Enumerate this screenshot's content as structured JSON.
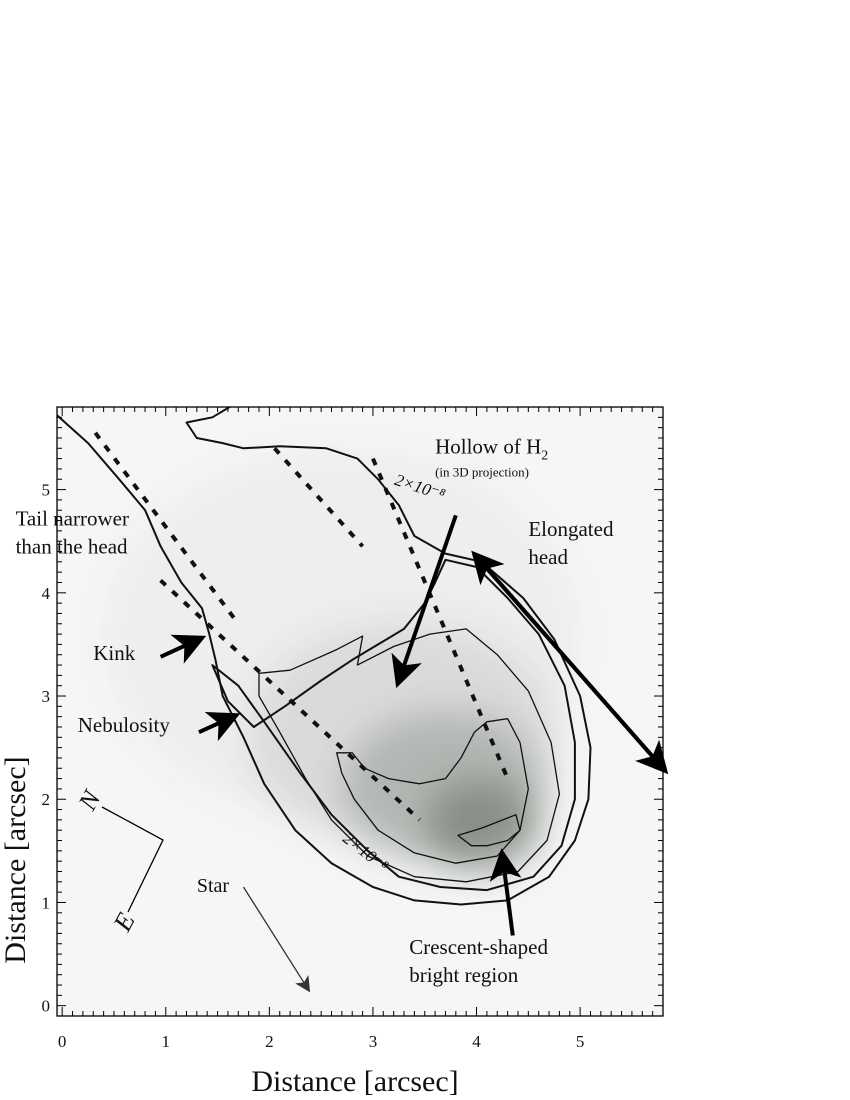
{
  "chart_data": {
    "type": "heatmap",
    "xlabel": "Distance [arcsec]",
    "ylabel": "Distance [arcsec]",
    "xlim": [
      -0.05,
      5.8
    ],
    "ylim": [
      -0.1,
      5.8
    ],
    "x_ticks": [
      0,
      1,
      2,
      3,
      4,
      5
    ],
    "y_ticks": [
      0,
      1,
      2,
      3,
      4,
      5
    ],
    "x_tick_labels": [
      "0",
      "1",
      "2",
      "3",
      "4",
      "5"
    ],
    "y_tick_labels": [
      "0",
      "1",
      "2",
      "3",
      "4",
      "5"
    ],
    "grid": false,
    "contour_labels": [
      {
        "text": "2×10⁻⁸",
        "x": 3.2,
        "y": 5.05,
        "angle": 18
      },
      {
        "text": "2×10⁻⁸",
        "x": 2.7,
        "y": 1.6,
        "angle": 38
      }
    ],
    "annotations": {
      "hollow": {
        "title": "Hollow of H",
        "subscript": "2",
        "note": "(in 3D projection)",
        "x": 3.6,
        "y": 5.35
      },
      "tail": {
        "lines": [
          "Tail narrower",
          "than the head"
        ],
        "x": -0.45,
        "y": 4.65
      },
      "elongated": {
        "lines": [
          "Elongated",
          "head"
        ],
        "x": 4.5,
        "y": 4.55
      },
      "kink": {
        "text": "Kink",
        "x": 0.3,
        "y": 3.35
      },
      "nebulosity": {
        "text": "Nebulosity",
        "x": 0.15,
        "y": 2.65
      },
      "star": {
        "text": "Star",
        "x": 1.3,
        "y": 1.1
      },
      "crescent": {
        "lines": [
          "Crescent-shaped",
          "bright region"
        ],
        "x": 3.35,
        "y": 0.5
      }
    },
    "compass": {
      "north": "N",
      "east": "E"
    },
    "arrows": [
      {
        "name": "hollow",
        "from": [
          3.8,
          4.75
        ],
        "to": [
          3.25,
          3.15
        ]
      },
      {
        "name": "kink",
        "from": [
          0.95,
          3.38
        ],
        "to": [
          1.32,
          3.55
        ]
      },
      {
        "name": "nebulosity",
        "from": [
          1.32,
          2.65
        ],
        "to": [
          1.65,
          2.8
        ]
      },
      {
        "name": "crescent",
        "from": [
          4.35,
          0.68
        ],
        "to": [
          4.25,
          1.45
        ]
      },
      {
        "name": "star",
        "from": [
          1.75,
          1.15
        ],
        "to": [
          2.38,
          0.15
        ]
      }
    ],
    "double_arrow": {
      "from": [
        4.0,
        4.35
      ],
      "to": [
        5.8,
        2.3
      ]
    },
    "dashed_lines": [
      [
        [
          0.32,
          5.55
        ],
        [
          1.7,
          3.7
        ]
      ],
      [
        [
          0.95,
          4.12
        ],
        [
          3.45,
          1.8
        ]
      ],
      [
        [
          2.05,
          5.4
        ],
        [
          2.9,
          4.45
        ]
      ],
      [
        [
          3.0,
          5.3
        ],
        [
          4.3,
          2.2
        ]
      ]
    ],
    "contours": [
      {
        "level": "outer",
        "points": [
          [
            -0.05,
            5.72
          ],
          [
            0.25,
            5.45
          ],
          [
            0.55,
            5.1
          ],
          [
            0.8,
            4.8
          ],
          [
            0.95,
            4.45
          ],
          [
            1.15,
            4.1
          ],
          [
            1.35,
            3.85
          ],
          [
            1.42,
            3.6
          ],
          [
            1.48,
            3.35
          ],
          [
            1.55,
            3.0
          ],
          [
            1.75,
            2.6
          ],
          [
            1.95,
            2.15
          ],
          [
            2.25,
            1.7
          ],
          [
            2.6,
            1.38
          ],
          [
            3.0,
            1.15
          ],
          [
            3.4,
            1.02
          ],
          [
            3.85,
            0.98
          ],
          [
            4.3,
            1.02
          ],
          [
            4.7,
            1.25
          ],
          [
            4.95,
            1.6
          ],
          [
            5.08,
            2.0
          ],
          [
            5.1,
            2.5
          ],
          [
            5.0,
            3.0
          ],
          [
            4.75,
            3.55
          ],
          [
            4.45,
            3.95
          ],
          [
            4.05,
            4.3
          ],
          [
            3.7,
            4.38
          ],
          [
            3.4,
            4.55
          ],
          [
            3.25,
            4.85
          ],
          [
            3.05,
            5.1
          ],
          [
            2.85,
            5.3
          ],
          [
            2.55,
            5.4
          ],
          [
            2.1,
            5.42
          ],
          [
            1.75,
            5.4
          ],
          [
            1.55,
            5.45
          ],
          [
            1.3,
            5.5
          ],
          [
            1.2,
            5.65
          ],
          [
            1.45,
            5.7
          ],
          [
            1.7,
            5.85
          ]
        ],
        "closed": false
      },
      {
        "level": "2e-8",
        "points": [
          [
            1.45,
            3.3
          ],
          [
            1.7,
            3.1
          ],
          [
            1.95,
            2.75
          ],
          [
            2.3,
            2.25
          ],
          [
            2.6,
            1.85
          ],
          [
            2.95,
            1.5
          ],
          [
            3.25,
            1.25
          ],
          [
            3.65,
            1.15
          ],
          [
            4.1,
            1.12
          ],
          [
            4.55,
            1.25
          ],
          [
            4.82,
            1.55
          ],
          [
            4.95,
            2.0
          ],
          [
            4.95,
            2.55
          ],
          [
            4.85,
            3.1
          ],
          [
            4.6,
            3.6
          ],
          [
            4.3,
            3.95
          ],
          [
            4.0,
            4.25
          ],
          [
            3.7,
            4.32
          ],
          [
            3.6,
            4.1
          ],
          [
            3.5,
            3.9
          ],
          [
            3.3,
            3.65
          ],
          [
            3.05,
            3.5
          ],
          [
            2.8,
            3.35
          ],
          [
            2.5,
            3.15
          ],
          [
            2.15,
            2.9
          ],
          [
            1.85,
            2.7
          ],
          [
            1.6,
            2.95
          ],
          [
            1.45,
            3.3
          ]
        ],
        "closed": true
      },
      {
        "level": "mid",
        "points": [
          [
            1.9,
            3.22
          ],
          [
            2.2,
            3.25
          ],
          [
            2.65,
            3.45
          ],
          [
            2.9,
            3.58
          ],
          [
            2.85,
            3.3
          ],
          [
            3.2,
            3.48
          ],
          [
            3.55,
            3.6
          ],
          [
            3.9,
            3.65
          ],
          [
            4.2,
            3.4
          ],
          [
            4.5,
            3.05
          ],
          [
            4.72,
            2.55
          ],
          [
            4.8,
            2.05
          ],
          [
            4.68,
            1.6
          ],
          [
            4.4,
            1.3
          ],
          [
            3.9,
            1.2
          ],
          [
            3.4,
            1.25
          ],
          [
            2.95,
            1.45
          ],
          [
            2.6,
            1.8
          ],
          [
            2.35,
            2.2
          ],
          [
            2.1,
            2.65
          ],
          [
            1.9,
            3.0
          ],
          [
            1.9,
            3.22
          ]
        ],
        "closed": true
      },
      {
        "level": "inner",
        "points": [
          [
            2.65,
            2.45
          ],
          [
            2.8,
            2.45
          ],
          [
            2.92,
            2.3
          ],
          [
            3.15,
            2.2
          ],
          [
            3.45,
            2.15
          ],
          [
            3.7,
            2.2
          ],
          [
            3.85,
            2.4
          ],
          [
            3.98,
            2.65
          ],
          [
            4.1,
            2.75
          ],
          [
            4.3,
            2.78
          ],
          [
            4.42,
            2.55
          ],
          [
            4.5,
            2.1
          ],
          [
            4.42,
            1.7
          ],
          [
            4.2,
            1.45
          ],
          [
            3.8,
            1.38
          ],
          [
            3.4,
            1.48
          ],
          [
            3.05,
            1.7
          ],
          [
            2.82,
            2.0
          ],
          [
            2.7,
            2.25
          ],
          [
            2.65,
            2.45
          ]
        ],
        "closed": true
      },
      {
        "level": "peak",
        "points": [
          [
            3.82,
            1.65
          ],
          [
            4.05,
            1.72
          ],
          [
            4.38,
            1.85
          ],
          [
            4.42,
            1.7
          ],
          [
            4.3,
            1.6
          ],
          [
            4.1,
            1.55
          ],
          [
            3.95,
            1.55
          ],
          [
            3.82,
            1.65
          ]
        ],
        "closed": true
      }
    ],
    "intensity_blobs": [
      {
        "x": 4.05,
        "y": 1.75,
        "rx": 0.55,
        "ry": 0.45,
        "value": 0.55
      },
      {
        "x": 3.7,
        "y": 2.1,
        "rx": 1.0,
        "ry": 0.75,
        "value": 0.3
      },
      {
        "x": 3.3,
        "y": 2.6,
        "rx": 1.5,
        "ry": 1.1,
        "value": 0.14
      },
      {
        "x": 2.7,
        "y": 3.6,
        "rx": 2.3,
        "ry": 1.8,
        "value": 0.06
      }
    ]
  }
}
